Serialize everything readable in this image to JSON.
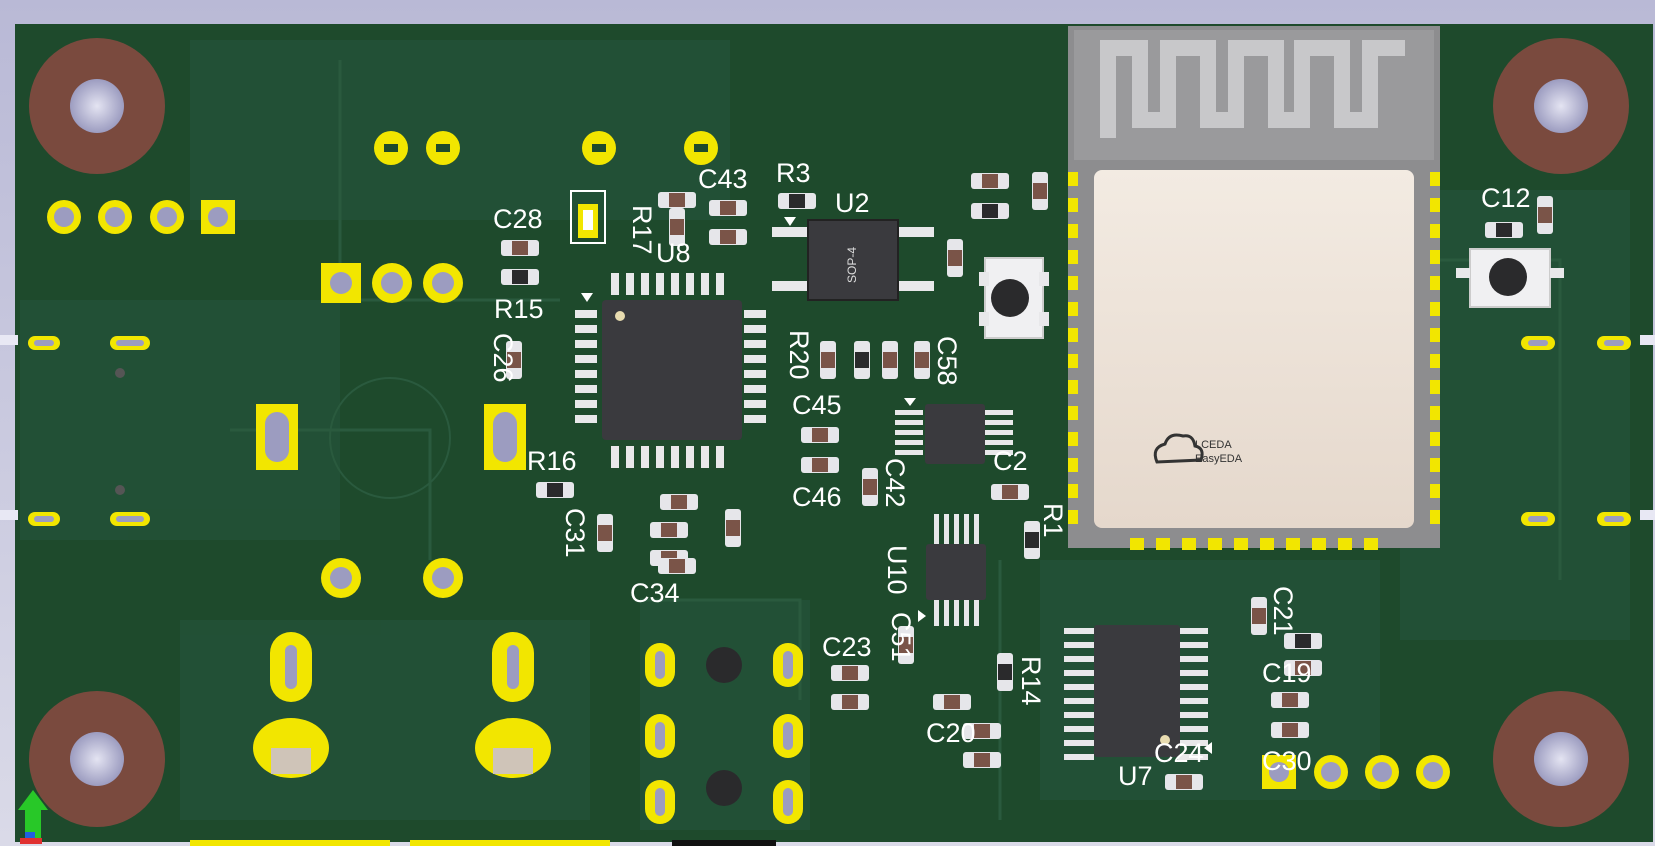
{
  "viewer": {
    "background_color": "#c8c8dc",
    "board_color": "#1e4a2c",
    "silk_color": "#ffffff",
    "pad_color": "#f2e600",
    "copper_color": "#7a4a3e",
    "body_color": "#3a3a3e",
    "axis_icon": "xyz-axis-icon"
  },
  "labels": {
    "c28": "C28",
    "r15": "R15",
    "c26": "C26",
    "r16": "R16",
    "c31": "C31",
    "c34": "C34",
    "r17": "R17",
    "c43": "C43",
    "r3": "R3",
    "u2": "U2",
    "u8": "U8",
    "r20": "R20",
    "c45": "C45",
    "c46": "C46",
    "c42": "C42",
    "c2": "C2",
    "c58": "C58",
    "u10": "U10",
    "c23": "C23",
    "c51": "C51",
    "c20": "C20",
    "r14": "R14",
    "u7": "U7",
    "c24": "C24",
    "c21": "C21",
    "c19": "C19",
    "c30": "C30",
    "r1": "R1",
    "c12": "C12"
  },
  "markings": {
    "sop4": "SOP-4",
    "lceda_line1": "LCEDA",
    "lceda_line2": "EasyEDA"
  }
}
